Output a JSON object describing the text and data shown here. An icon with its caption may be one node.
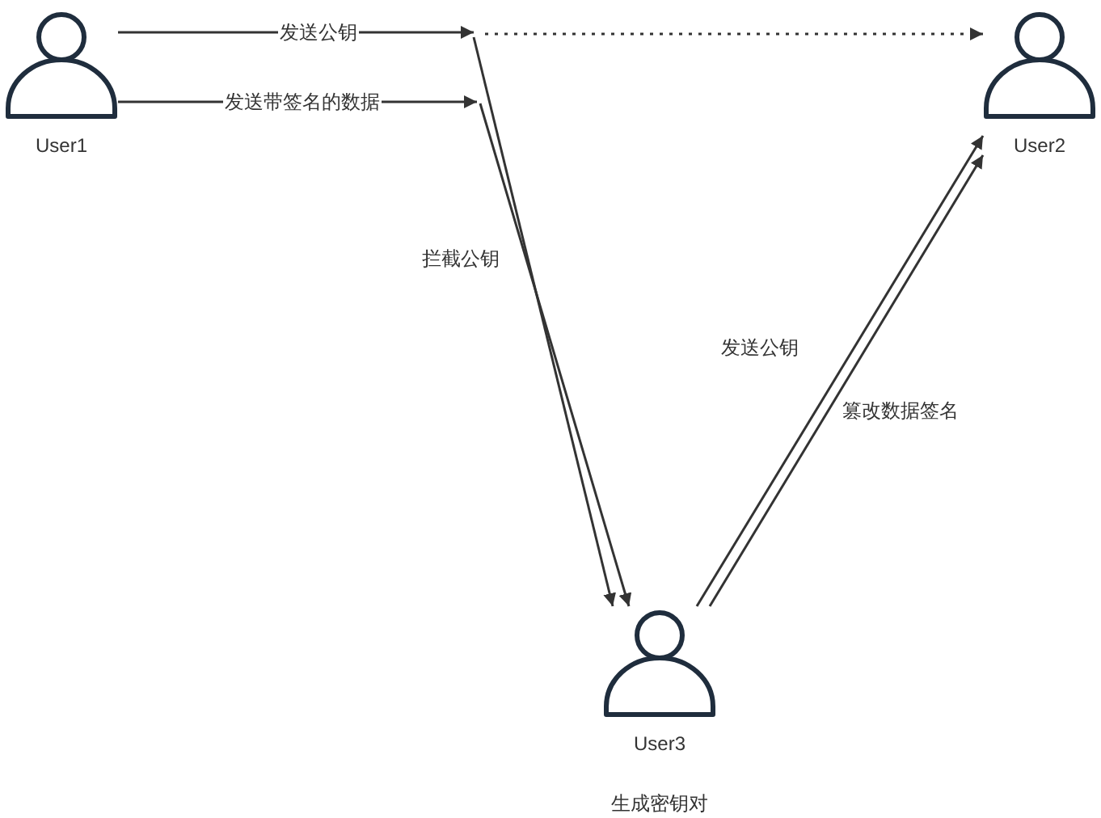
{
  "diagram": {
    "nodes": [
      {
        "text": [
          "User1"
        ]
      },
      {
        "text": [
          "User2"
        ]
      },
      {
        "text": [
          "User3"
        ]
      }
    ],
    "edges": [
      {
        "from": 0,
        "to": null,
        "arrow": "to",
        "label": "发送公钥"
      },
      {
        "from": 0,
        "to": null,
        "arrow": "to",
        "label": "发送带签名的数据"
      },
      {
        "from": null,
        "to": 2,
        "arrow": "to",
        "label": "拦截公钥"
      },
      {
        "from": null,
        "to": 2,
        "arrow": "to"
      },
      {
        "from": null,
        "to": 1,
        "arrow": "to",
        "style": "dashed"
      },
      {
        "from": 2,
        "to": 1,
        "arrow": "to",
        "label": "发送公钥"
      },
      {
        "from": 2,
        "to": 1,
        "arrow": "to",
        "label": "篡改数据签名"
      }
    ],
    "labels": [
      "生成密钥对"
    ]
  }
}
